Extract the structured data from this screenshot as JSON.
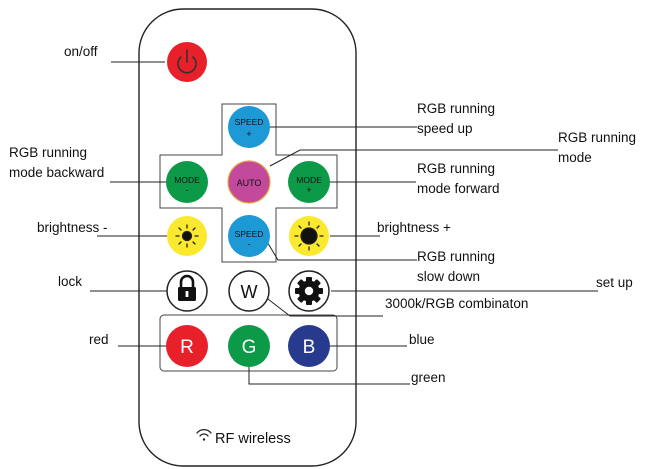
{
  "remote": {
    "footer_text": "RF wireless",
    "footer_icon": "wifi-icon",
    "buttons": {
      "power": {
        "icon": "power-icon",
        "color": "#e8202a"
      },
      "speed_up": {
        "line1": "SPEED",
        "line2": "+",
        "color": "#1d9ad6"
      },
      "mode_backward": {
        "line1": "MODE",
        "line2": "-",
        "color": "#0c9a49"
      },
      "auto": {
        "text": "AUTO",
        "color": "#c2499c"
      },
      "mode_forward": {
        "line1": "MODE",
        "line2": "+",
        "color": "#0c9a49"
      },
      "brightness_down": {
        "icon": "sun-small-icon",
        "color": "#fbe92f"
      },
      "speed_down": {
        "line1": "SPEED",
        "line2": "-",
        "color": "#1d9ad6"
      },
      "brightness_up": {
        "icon": "sun-large-icon",
        "color": "#fbe92f"
      },
      "lock": {
        "icon": "lock-icon"
      },
      "white": {
        "text": "W"
      },
      "setup": {
        "icon": "gear-icon"
      },
      "red": {
        "text": "R",
        "color": "#e8202a"
      },
      "green": {
        "text": "G",
        "color": "#0c9a49"
      },
      "blue": {
        "text": "B",
        "color": "#283a8e"
      }
    }
  },
  "labels": {
    "on_off": "on/off",
    "speed_up": [
      "RGB running",
      "speed up"
    ],
    "mode": [
      "RGB running",
      "mode"
    ],
    "mode_backward": [
      "RGB running",
      "mode backward"
    ],
    "mode_forward": [
      "RGB running",
      "mode forward"
    ],
    "brightness_down": "brightness -",
    "brightness_up": "brightness +",
    "slow_down": [
      "RGB running",
      "slow down"
    ],
    "lock": "lock",
    "set_up": "set up",
    "combination": "3000k/RGB combinaton",
    "red": "red",
    "blue": "blue",
    "green": "green"
  }
}
